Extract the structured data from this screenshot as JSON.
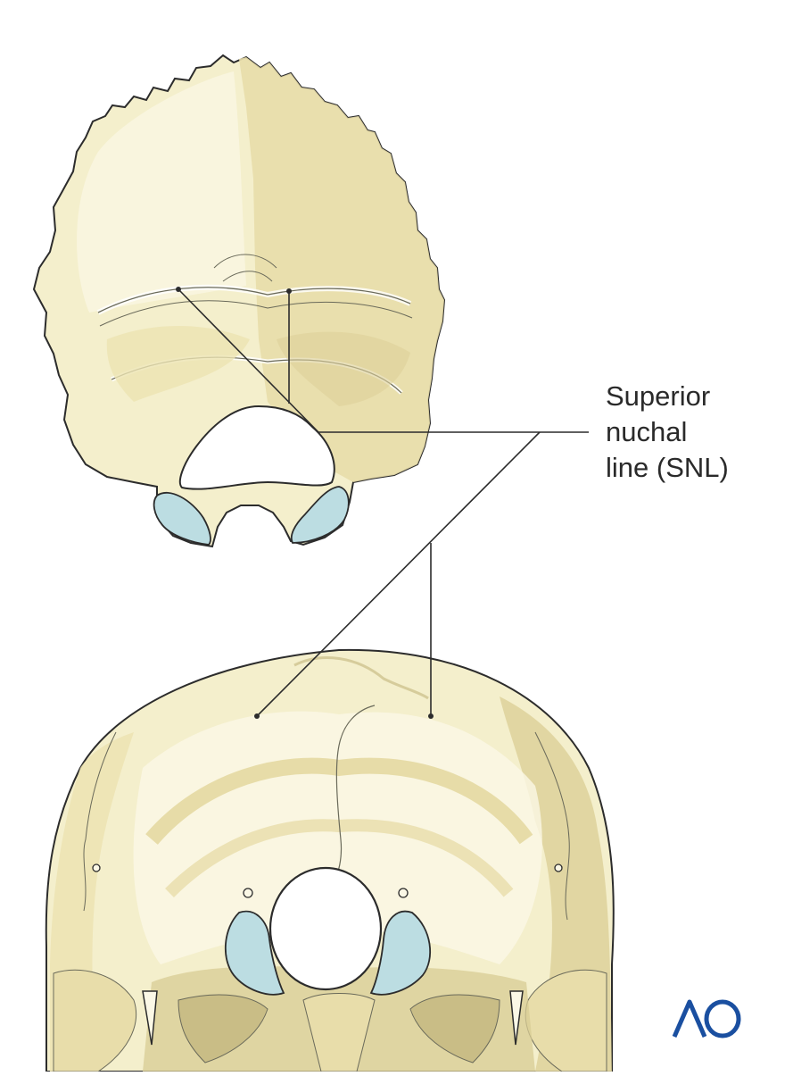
{
  "annotation": {
    "lines": [
      "Superior",
      "nuchal",
      "line (SNL)"
    ]
  },
  "logo": {
    "text": "AO",
    "color": "#1a4fa0"
  },
  "colors": {
    "bone_light": "#f7f3d8",
    "bone_mid": "#ede4b4",
    "bone_dark": "#ddd19a",
    "cartilage": "#bcdde2",
    "outline": "#2c2c2c"
  }
}
